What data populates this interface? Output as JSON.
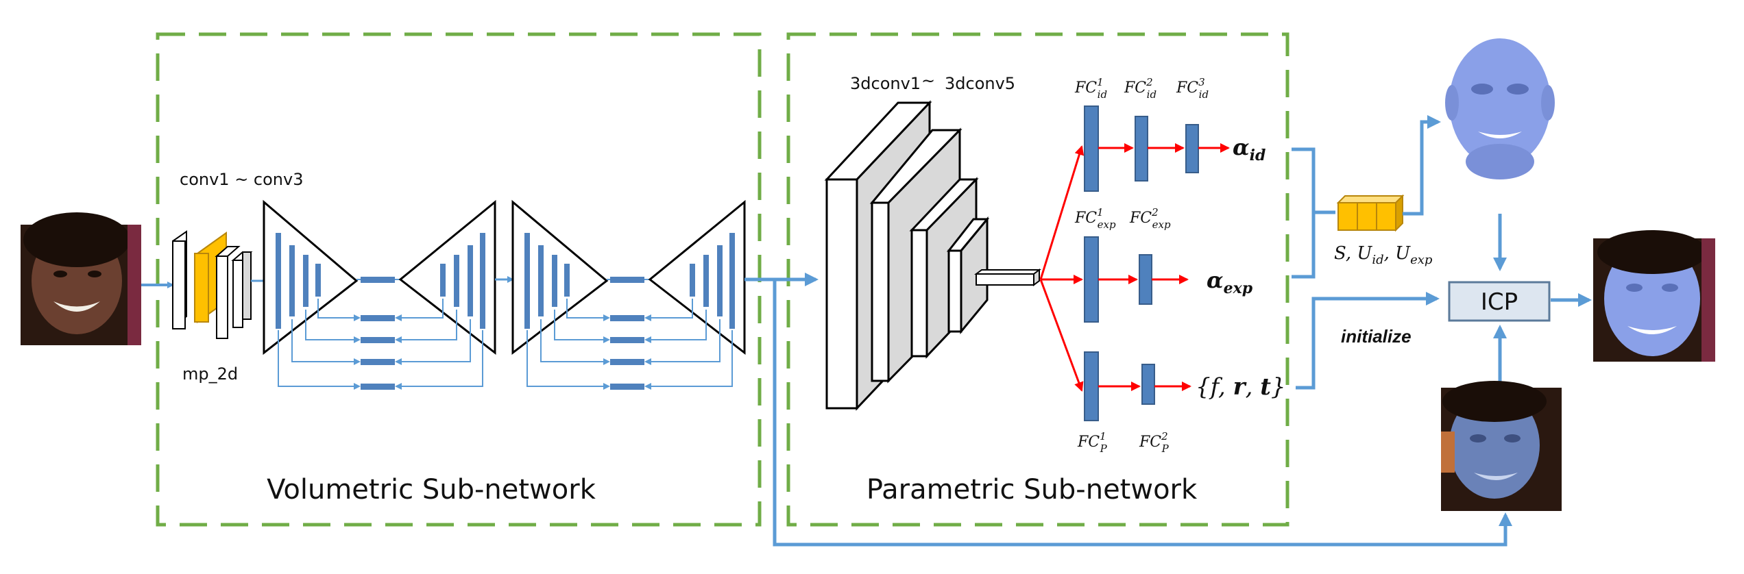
{
  "labels": {
    "conv": "conv1 ~ conv3",
    "mp": "mp_2d",
    "conv3d_a": "3dconv1",
    "conv3d_tilde": "~",
    "conv3d_b": "3dconv5",
    "volumetric": "Volumetric Sub-network",
    "parametric": "Parametric Sub-network",
    "icp": "ICP",
    "initialize": "initialize"
  },
  "fc": {
    "id": [
      "FC",
      "1",
      "id",
      "FC",
      "2",
      "id",
      "FC",
      "3",
      "id"
    ],
    "exp": [
      "FC",
      "1",
      "exp",
      "FC",
      "2",
      "exp"
    ],
    "p": [
      "FC",
      "1",
      "P",
      "FC",
      "2",
      "P"
    ]
  },
  "outputs": {
    "alpha_id": [
      "α",
      "id"
    ],
    "alpha_exp": [
      "α",
      "exp"
    ],
    "pose": [
      "{",
      "f",
      ", ",
      "r",
      ", ",
      "t",
      "}"
    ],
    "basis": [
      "S, U",
      "id",
      ", U",
      "exp"
    ]
  },
  "colors": {
    "box_border": "#70ad47",
    "arrow_blue": "#5b9bd5",
    "arrow_red": "#ff0000",
    "block_blue": "#4f81bd",
    "yellow": "#ffc000",
    "skin": "#6b4030",
    "mesh": "#8aa0e8"
  }
}
